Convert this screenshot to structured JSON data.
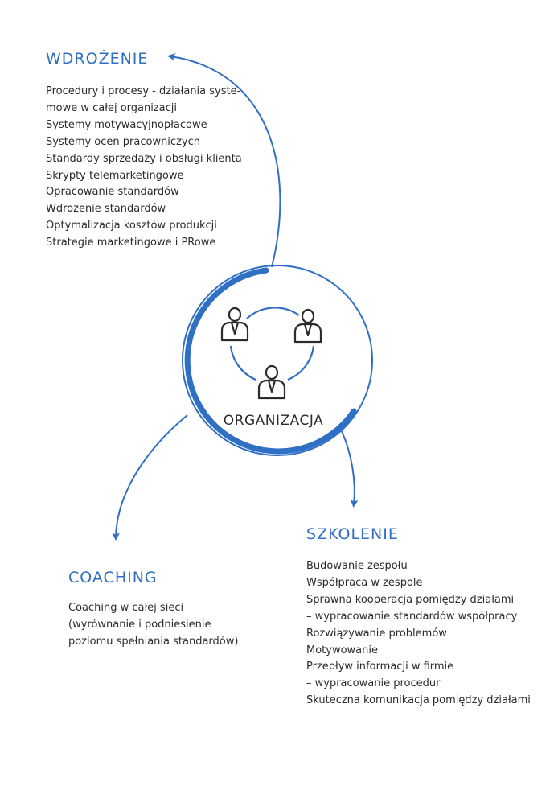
{
  "colors": {
    "accent": "#2f6fc4",
    "text": "#2b2b2b",
    "icon": "#2b2b2b"
  },
  "center": {
    "label": "ORGANIZACJA",
    "icon": "people-network-icon"
  },
  "wdrozenie": {
    "title": "WDROŻENIE",
    "items": [
      "Procedury i procesy - działania syste-",
      "mowe w całej organizacji",
      "Systemy motywacyjnopłacowe",
      "Systemy ocen pracowniczych",
      "Standardy sprzedaży i obsługi klienta",
      "Skrypty telemarketingowe",
      "Opracowanie standardów",
      "Wdrożenie standardów",
      "Optymalizacja kosztów produkcji",
      "Strategie marketingowe i PRowe"
    ]
  },
  "coaching": {
    "title": "COACHING",
    "items": [
      "Coaching w całej sieci",
      "(wyrównanie i podniesienie",
      "poziomu spełniania standardów)"
    ]
  },
  "szkolenie": {
    "title": "SZKOLENIE",
    "items": [
      "Budowanie zespołu",
      "Współpraca w zespole",
      "Sprawna kooperacja pomiędzy działami",
      "– wypracowanie standardów współpracy",
      "Rozwiązywanie problemów",
      "Motywowanie",
      "Przepływ informacji w firmie",
      "– wypracowanie procedur",
      "Skuteczna komunikacja pomiędzy działami"
    ]
  }
}
